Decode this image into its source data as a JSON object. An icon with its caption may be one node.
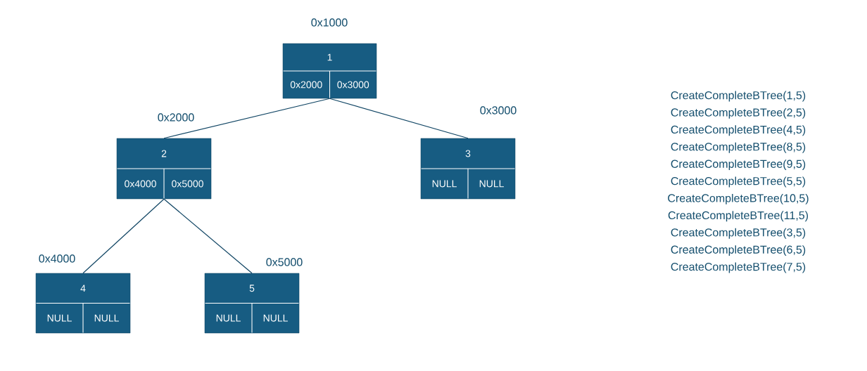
{
  "diagram": {
    "nodes": [
      {
        "text": [
          "1",
          "0x2000",
          "0x3000"
        ],
        "beside": [
          "0x1000"
        ]
      },
      {
        "text": [
          "2",
          "0x4000",
          "0x5000"
        ],
        "beside": [
          "0x2000"
        ]
      },
      {
        "text": [
          "3",
          "NULL",
          "NULL"
        ],
        "beside": [
          "0x3000"
        ]
      },
      {
        "text": [
          "4",
          "NULL",
          "NULL"
        ],
        "beside": [
          "0x4000"
        ]
      },
      {
        "text": [
          "5",
          "NULL",
          "NULL"
        ],
        "beside": [
          "0x5000"
        ]
      }
    ],
    "edges": [
      {
        "from": 0,
        "to": 1,
        "arrow": "none"
      },
      {
        "from": 0,
        "to": 2,
        "arrow": "none"
      },
      {
        "from": 1,
        "to": 3,
        "arrow": "none"
      },
      {
        "from": 1,
        "to": 4,
        "arrow": "none"
      }
    ],
    "labels": [
      "CreateCompleteBTree(1,5)",
      "CreateCompleteBTree(2,5)",
      "CreateCompleteBTree(4,5)",
      "CreateCompleteBTree(8,5)",
      "CreateCompleteBTree(9,5)",
      "CreateCompleteBTree(5,5)",
      "CreateCompleteBTree(10,5)",
      "CreateCompleteBTree(11,5)",
      "CreateCompleteBTree(3,5)",
      "CreateCompleteBTree(6,5)",
      "CreateCompleteBTree(7,5)"
    ]
  }
}
